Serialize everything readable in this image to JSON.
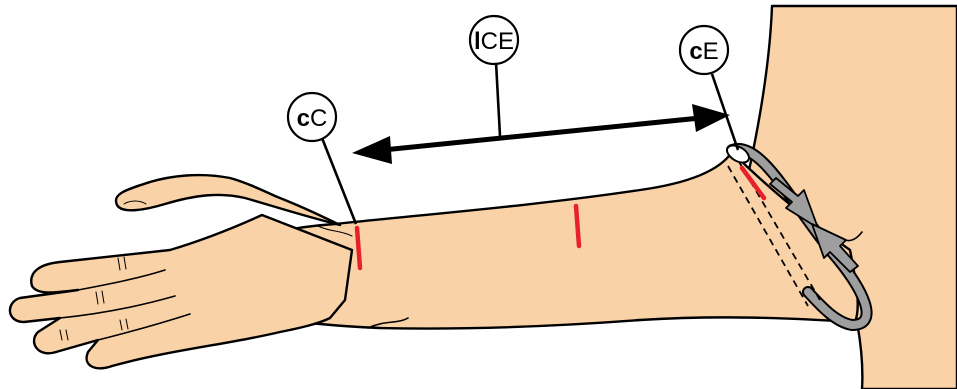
{
  "colors": {
    "skin": "#f9d2a8",
    "landmark": "#e8202a",
    "tape": "#9e9e9e",
    "outline": "#000000"
  },
  "labels": {
    "wrist": {
      "prefix": "c",
      "suffix": "C"
    },
    "length": {
      "prefix": "l",
      "suffix": "CE"
    },
    "elbow": {
      "prefix": "c",
      "suffix": "E"
    }
  }
}
